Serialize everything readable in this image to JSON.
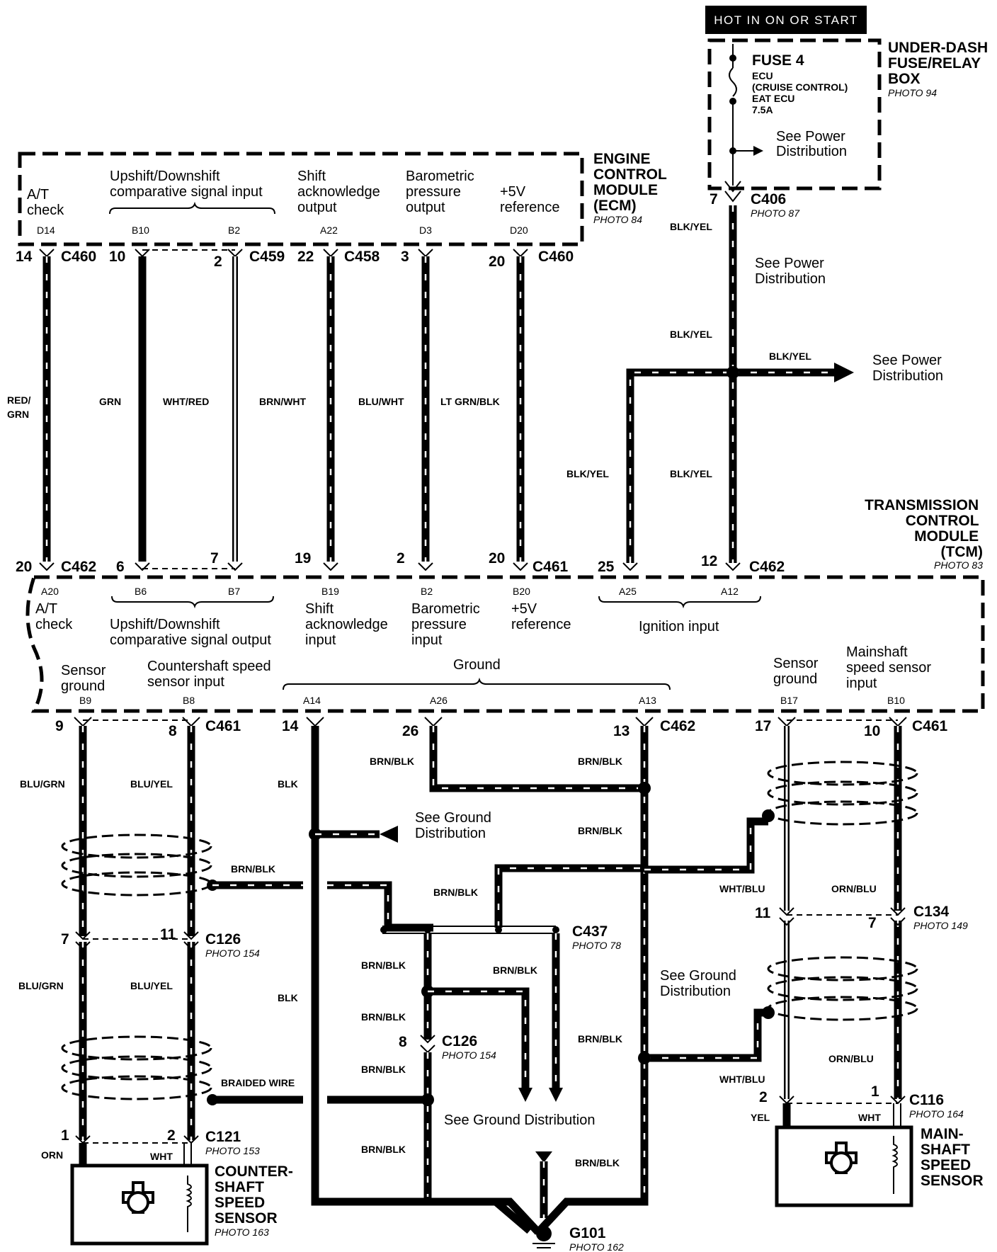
{
  "power": {
    "hot_label": "HOT IN ON OR START",
    "box_title": "UNDER-DASH FUSE/RELAY BOX",
    "box_title_lines": [
      "UNDER-DASH",
      "FUSE/RELAY",
      "BOX"
    ],
    "box_photo": "PHOTO 94",
    "fuse_name": "FUSE 4",
    "fuse_lines": [
      "ECU",
      "(CRUISE CONTROL)",
      "EAT ECU",
      "7.5A"
    ],
    "see_power_1": [
      "See Power",
      "Distribution"
    ],
    "pin": "7",
    "connector": "C406",
    "connector_photo": "PHOTO 87"
  },
  "ecm": {
    "title_lines": [
      "ENGINE",
      "CONTROL",
      "MODULE",
      "(ECM)"
    ],
    "photo": "PHOTO 84",
    "desc_at_check": [
      "A/T",
      "check"
    ],
    "desc_updown": [
      "Upshift/Downshift",
      "comparative signal input"
    ],
    "desc_shift": [
      "Shift",
      "acknowledge",
      "output"
    ],
    "desc_baro": [
      "Barometric",
      "pressure",
      "output"
    ],
    "desc_5v": [
      "+5V",
      "reference"
    ],
    "terminals": [
      "D14",
      "B10",
      "B2",
      "A22",
      "D3",
      "D20"
    ]
  },
  "upper_wires": {
    "pins_top": [
      "14",
      "10",
      "2",
      "22",
      "3",
      "20"
    ],
    "connectors_top": [
      "C460",
      "C459",
      "C458",
      "C460"
    ],
    "colors": [
      "RED/",
      "GRN",
      "GRN",
      "WHT/RED",
      "BRN/WHT",
      "BLU/WHT",
      "LT GRN/BLK"
    ],
    "pins_bottom": [
      "20",
      "6",
      "7",
      "19",
      "2",
      "20",
      "25",
      "12"
    ],
    "connectors_bottom": [
      "C462",
      "C461",
      "C462"
    ]
  },
  "power_wires": {
    "color": "BLK/YEL",
    "see_power_2": [
      "See Power",
      "Distribution"
    ],
    "see_power_3": [
      "See Power",
      "Distribution"
    ]
  },
  "tcm": {
    "title_lines": [
      "TRANSMISSION",
      "CONTROL",
      "MODULE",
      "(TCM)"
    ],
    "photo": "PHOTO 83",
    "terminals_top": [
      "A20",
      "B6",
      "B7",
      "B19",
      "B2",
      "B20",
      "A25",
      "A12"
    ],
    "desc_at_check": [
      "A/T",
      "check"
    ],
    "desc_updown": [
      "Upshift/Downshift",
      "comparative signal output"
    ],
    "desc_shift": [
      "Shift",
      "acknowledge",
      "input"
    ],
    "desc_baro": [
      "Barometric",
      "pressure",
      "input"
    ],
    "desc_5v": [
      "+5V",
      "reference"
    ],
    "desc_ignition": "Ignition input",
    "desc_sensor_ground": [
      "Sensor",
      "ground"
    ],
    "desc_countershaft": [
      "Countershaft speed",
      "sensor input"
    ],
    "desc_ground": "Ground",
    "desc_sensor_ground_2": [
      "Sensor",
      "ground"
    ],
    "desc_mainshaft": [
      "Mainshaft",
      "speed sensor",
      "input"
    ],
    "terminals_bottom": [
      "B9",
      "B8",
      "A14",
      "A26",
      "A13",
      "B17",
      "B10"
    ]
  },
  "lower": {
    "pins_top": [
      "9",
      "8",
      "14",
      "26",
      "13",
      "17",
      "10"
    ],
    "connectors_top": [
      "C461",
      "C462",
      "C461"
    ],
    "wire_colors": {
      "blu_grn": "BLU/GRN",
      "blu_yel": "BLU/YEL",
      "blk": "BLK",
      "brn_blk": "BRN/BLK",
      "wht_blu": "WHT/BLU",
      "orn_blu": "ORN/BLU",
      "braided": "BRAIDED WIRE",
      "orn": "ORN",
      "wht": "WHT",
      "yel": "YEL"
    },
    "see_ground": [
      "See Ground",
      "Distribution"
    ],
    "see_ground_2": [
      "See Ground",
      "Distribution"
    ],
    "see_ground_3": "See Ground Distribution",
    "c126_pins": [
      "7",
      "11"
    ],
    "c126": "C126",
    "c126_photo": "PHOTO 154",
    "c126b_pin": "8",
    "c126b": "C126",
    "c126b_photo": "PHOTO 154",
    "c437": "C437",
    "c437_photo": "PHOTO 78",
    "c134_pins": [
      "11",
      "7"
    ],
    "c134": "C134",
    "c134_photo": "PHOTO 149",
    "c121_pins": [
      "1",
      "2"
    ],
    "c121": "C121",
    "c121_photo": "PHOTO 153",
    "c116_pins": [
      "2",
      "1"
    ],
    "c116": "C116",
    "c116_photo": "PHOTO 164",
    "g101": "G101",
    "g101_photo": "PHOTO 162",
    "countershaft_sensor": [
      "COUNTER-",
      "SHAFT",
      "SPEED",
      "SENSOR"
    ],
    "countershaft_photo": "PHOTO 163",
    "mainshaft_sensor": [
      "MAIN-",
      "SHAFT",
      "SPEED",
      "SENSOR"
    ]
  }
}
